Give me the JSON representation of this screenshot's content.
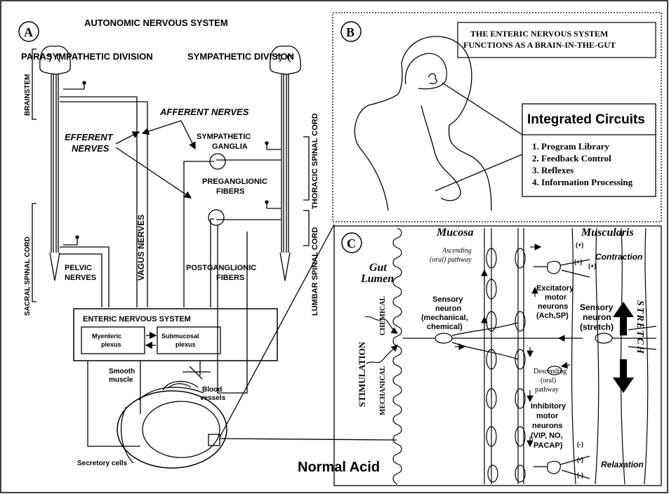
{
  "panel_a": {
    "label": "A",
    "title": "AUTONOMIC NERVOUS SYSTEM",
    "parasympathetic": "PARASYMPATHETIC DIVISION",
    "sympathetic": "SYMPATHETIC DIVISION",
    "brainstem": "BRAINSTEM",
    "sacral": "SACRAL SPINAL CORD",
    "thoracic": "THORACIC SPINAL CORD",
    "lumbar": "LUMBAR SPINAL CORD",
    "afferent": "AFFERENT NERVES",
    "efferent_1": "EFFERENT",
    "efferent_2": "NERVES",
    "vagus": "VAGUS NERVES",
    "symp_ganglia_1": "SYMPATHETIC",
    "symp_ganglia_2": "GANGLIA",
    "pregang_1": "PREGANGLIONIC",
    "pregang_2": "FIBERS",
    "postgang_1": "POSTGANGLIONIC",
    "postgang_2": "FIBERS",
    "pelvic_1": "PELVIC",
    "pelvic_2": "NERVES",
    "ens": "ENTERIC NERVOUS SYSTEM",
    "myenteric_1": "Myenteric",
    "myenteric_2": "plexus",
    "submucosal_1": "Submucosal",
    "submucosal_2": "plexus",
    "smooth_1": "Smooth",
    "smooth_2": "muscle",
    "blood_1": "Blood",
    "blood_2": "vessels",
    "secretory": "Secretory cells"
  },
  "panel_b": {
    "label": "B",
    "title_1": "THE ENTERIC NERVOUS SYSTEM",
    "title_2": "FUNCTIONS AS A BRAIN-IN-THE-GUT",
    "circuits_title": "Integrated Circuits",
    "items": [
      "1. Program Library",
      "2. Feedback Control",
      "3. Reflexes",
      "4. Information Processing"
    ]
  },
  "panel_c": {
    "label": "C",
    "mucosa": "Mucosa",
    "muscularis": "Muscularis",
    "ascending_1": "Ascending",
    "ascending_2": "(oral) pathway",
    "gut_1": "Gut",
    "gut_2": "Lumen",
    "contraction": "Contraction",
    "excitatory_1": "Excitatory",
    "excitatory_2": "motor",
    "excitatory_3": "neurons",
    "excitatory_4": "(Ach,SP)",
    "sensory_1": "Sensory",
    "sensory_2": "neuron",
    "sensory_3": "(mechanical,",
    "sensory_4": "chemical)",
    "sensory_stretch_1": "Sensory",
    "sensory_stretch_2": "neuron",
    "sensory_stretch_3": "(stretch)",
    "stimulation": "STIMULATION",
    "chemical": "CHEMICAL",
    "mechanical": "MECHANICAL",
    "stretch": "STRETCH",
    "descending_1": "Descending",
    "descending_2": "(oral)",
    "descending_3": "pathway",
    "inhibitory_1": "Inhibitory",
    "inhibitory_2": "motor",
    "inhibitory_3": "neurons",
    "inhibitory_4": "(VIP, NO,",
    "inhibitory_5": "PACAP)",
    "relaxation": "Relaxation",
    "plus": "(+)",
    "minus": "(-)"
  },
  "footer": "Normal Acid"
}
